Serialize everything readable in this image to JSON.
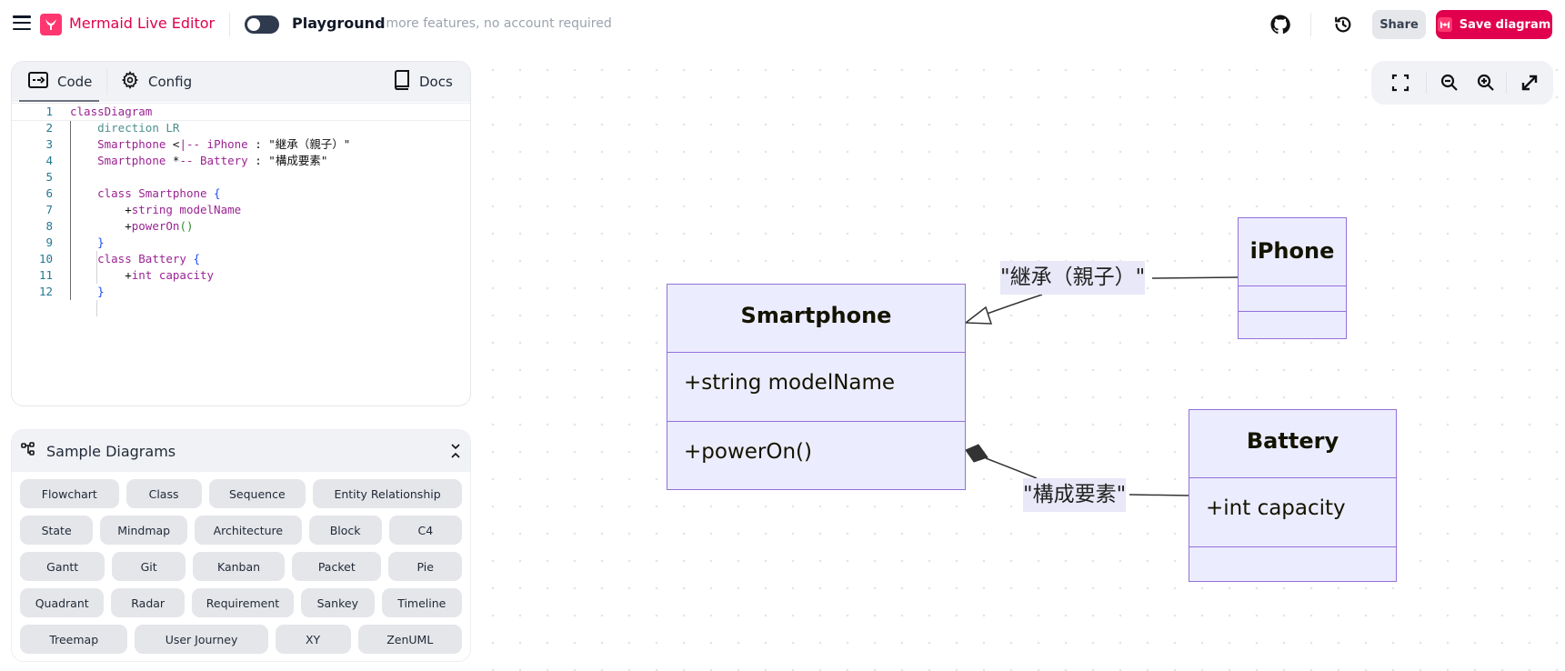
{
  "header": {
    "app_title": "Mermaid Live Editor",
    "playground_label": "Playground",
    "playground_sub": "- more features, no account required",
    "share_label": "Share",
    "save_label": "Save diagram",
    "brand_color": "#e0004d"
  },
  "editor": {
    "tabs": [
      {
        "label": "Code",
        "icon": "code-arrow-icon",
        "active": true
      },
      {
        "label": "Config",
        "icon": "gear-icon",
        "active": false
      }
    ],
    "docs_label": "Docs",
    "lines": [
      {
        "num": "1"
      },
      {
        "num": "2"
      },
      {
        "num": "3"
      },
      {
        "num": "4"
      },
      {
        "num": "5"
      },
      {
        "num": "6"
      },
      {
        "num": "7"
      },
      {
        "num": "8"
      },
      {
        "num": "9"
      },
      {
        "num": "10"
      },
      {
        "num": "11"
      },
      {
        "num": "12"
      }
    ],
    "code": {
      "l1": "classDiagram",
      "l2": "direction LR",
      "l3_a": "Smartphone",
      "l3_op1": " <",
      "l3_op2": "|--",
      "l3_b": " iPhone",
      "l3_c": " : ",
      "l3_d": "\"継承（親子）\"",
      "l4_a": "Smartphone",
      "l4_op1": " *",
      "l4_op2": "--",
      "l4_b": " Battery",
      "l4_c": " : ",
      "l4_d": "\"構成要素\"",
      "l6_a": "class Smartphone ",
      "l6_b": "{",
      "l7_a": "+",
      "l7_b": "string modelName",
      "l8_a": "+",
      "l8_b": "powerOn",
      "l8_c": "()",
      "l9": "}",
      "l10_a": "class Battery ",
      "l10_b": "{",
      "l11_a": "+",
      "l11_b": "int capacity",
      "l12": "}"
    }
  },
  "samples": {
    "title": "Sample Diagrams",
    "rows": [
      [
        "Flowchart",
        "Class",
        "Sequence",
        "Entity Relationship"
      ],
      [
        "State",
        "Mindmap",
        "Architecture",
        "Block",
        "C4"
      ],
      [
        "Gantt",
        "Git",
        "Kanban",
        "Packet",
        "Pie"
      ],
      [
        "Quadrant",
        "Radar",
        "Requirement",
        "Sankey",
        "Timeline"
      ],
      [
        "Treemap",
        "User Journey",
        "XY",
        "ZenUML"
      ]
    ]
  },
  "diagram": {
    "classes": {
      "smartphone": {
        "name": "Smartphone",
        "attributes": [
          "+string modelName"
        ],
        "methods": [
          "+powerOn()"
        ]
      },
      "iphone": {
        "name": "iPhone",
        "attributes": [],
        "methods": []
      },
      "battery": {
        "name": "Battery",
        "attributes": [
          "+int capacity"
        ],
        "methods": []
      }
    },
    "relations": [
      {
        "from": "iPhone",
        "to": "Smartphone",
        "type": "inheritance",
        "label": "\"継承（親子）\""
      },
      {
        "from": "Battery",
        "to": "Smartphone",
        "type": "composition",
        "label": "\"構成要素\""
      }
    ],
    "node_fill": "#ececff",
    "node_stroke": "#9370db"
  }
}
